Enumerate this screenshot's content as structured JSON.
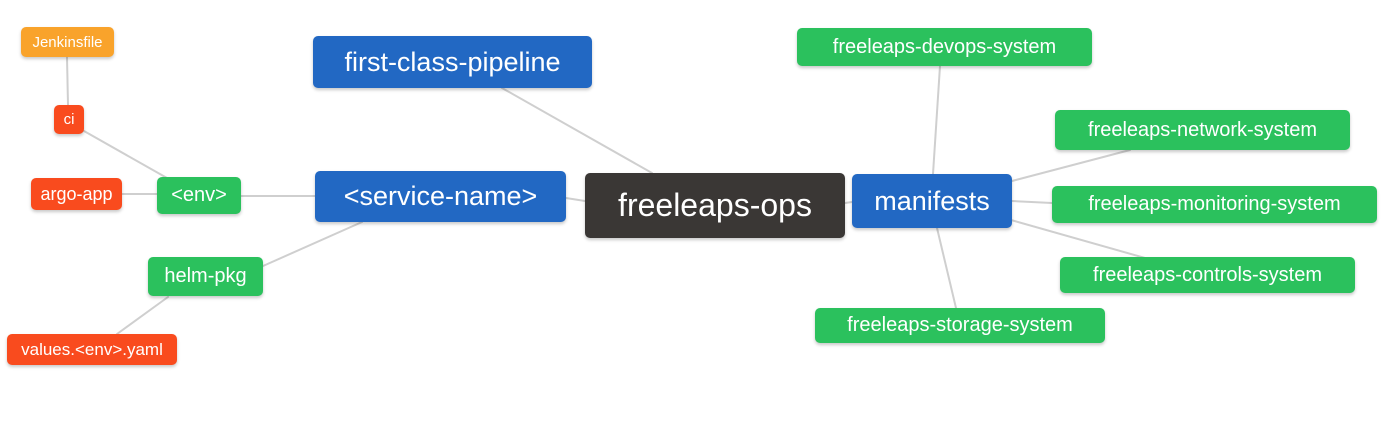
{
  "diagram": {
    "type": "mindmap",
    "root": "freeleaps-ops",
    "colors": {
      "root": "#3a3735",
      "level2": "#2268c3",
      "level3": "#2bc15d",
      "level4": "#f94b1e",
      "level5": "#f9a32b",
      "edge": "#cfcfcf",
      "text": "#ffffff"
    }
  },
  "nodes": [
    {
      "id": "jenkinsfile",
      "label": "Jenkinsfile"
    },
    {
      "id": "ci",
      "label": "ci"
    },
    {
      "id": "argo-app",
      "label": "argo-app"
    },
    {
      "id": "env",
      "label": "<env>"
    },
    {
      "id": "helm-pkg",
      "label": "helm-pkg"
    },
    {
      "id": "values-env-yaml",
      "label": "values.<env>.yaml"
    },
    {
      "id": "first-class-pipeline",
      "label": "first-class-pipeline"
    },
    {
      "id": "service-name",
      "label": "<service-name>"
    },
    {
      "id": "freeleaps-ops",
      "label": "freeleaps-ops"
    },
    {
      "id": "manifests",
      "label": "manifests"
    },
    {
      "id": "freeleaps-devops-system",
      "label": "freeleaps-devops-system"
    },
    {
      "id": "freeleaps-network-system",
      "label": "freeleaps-network-system"
    },
    {
      "id": "freeleaps-monitoring-system",
      "label": "freeleaps-monitoring-system"
    },
    {
      "id": "freeleaps-controls-system",
      "label": "freeleaps-controls-system"
    },
    {
      "id": "freeleaps-storage-system",
      "label": "freeleaps-storage-system"
    }
  ],
  "edges": [
    {
      "from": "jenkinsfile",
      "to": "ci"
    },
    {
      "from": "ci",
      "to": "env"
    },
    {
      "from": "argo-app",
      "to": "env"
    },
    {
      "from": "env",
      "to": "service-name"
    },
    {
      "from": "values-env-yaml",
      "to": "helm-pkg"
    },
    {
      "from": "helm-pkg",
      "to": "service-name"
    },
    {
      "from": "first-class-pipeline",
      "to": "freeleaps-ops"
    },
    {
      "from": "service-name",
      "to": "freeleaps-ops"
    },
    {
      "from": "freeleaps-ops",
      "to": "manifests"
    },
    {
      "from": "manifests",
      "to": "freeleaps-devops-system"
    },
    {
      "from": "manifests",
      "to": "freeleaps-network-system"
    },
    {
      "from": "manifests",
      "to": "freeleaps-monitoring-system"
    },
    {
      "from": "manifests",
      "to": "freeleaps-controls-system"
    },
    {
      "from": "manifests",
      "to": "freeleaps-storage-system"
    }
  ]
}
